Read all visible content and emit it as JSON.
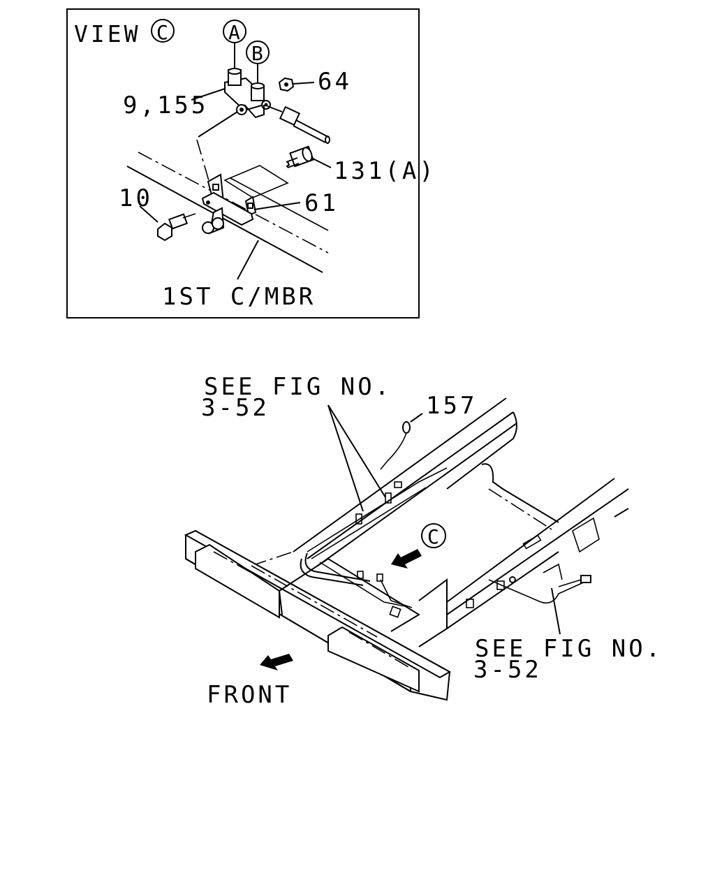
{
  "view": {
    "title": "VIEW",
    "view_marker": "C",
    "pipe_marker_a": "A",
    "pipe_marker_b": "B",
    "callouts": {
      "junction": "9,155",
      "nut": "64",
      "bolt_upper": "131(A)",
      "bracket": "61",
      "bolt_lower": "10"
    },
    "crossmember_label": "1ST C/MBR"
  },
  "main": {
    "see_fig_upper": {
      "line1": "SEE FIG NO.",
      "line2": "3-52"
    },
    "see_fig_lower": {
      "line1": "SEE FIG NO.",
      "line2": "3-52"
    },
    "callout_sensor": "157",
    "view_ref_marker": "C",
    "front_label": "FRONT"
  }
}
